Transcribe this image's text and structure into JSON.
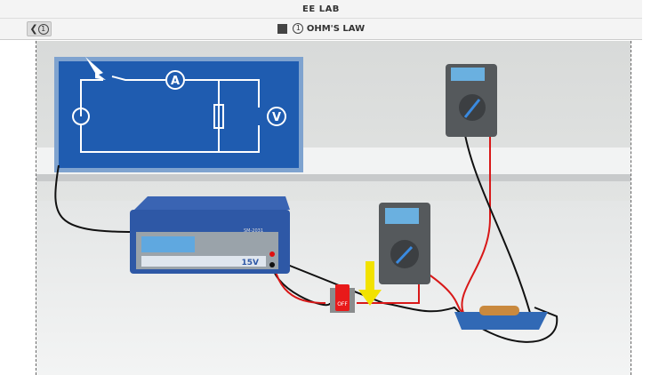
{
  "app_title": "EE LAB",
  "nav": {
    "back_label": "❮",
    "back_badge": "1",
    "lesson_number": "1",
    "lesson_title": "OHM'S LAW",
    "book_icon": "book-icon"
  },
  "scene": {
    "power_supply": {
      "brand": "SM-2031",
      "voltage": "15V"
    },
    "switch_label": "OFF",
    "diagram": {
      "ammeter": "A",
      "voltmeter": "V"
    },
    "colors": {
      "diagram_bg": "#1f5cb0",
      "wire_red": "#d81818",
      "wire_black": "#111111",
      "arrow": "#f2e200"
    }
  }
}
